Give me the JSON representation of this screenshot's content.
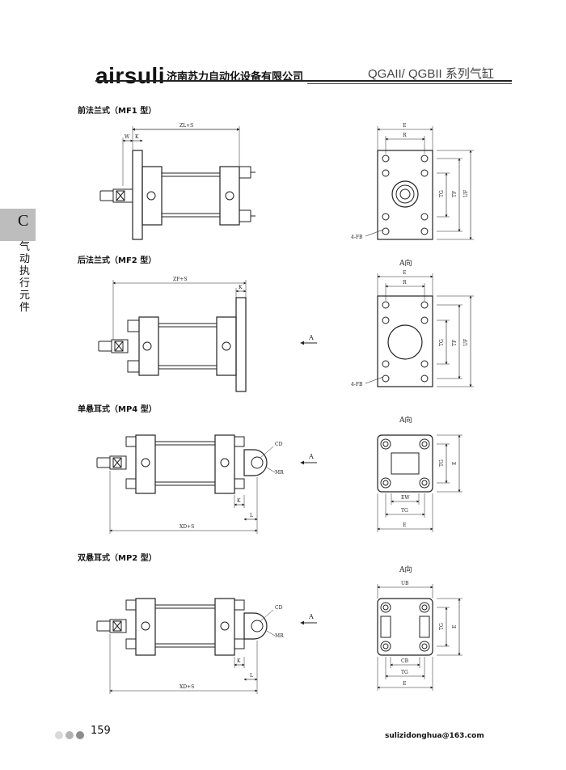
{
  "header": {
    "brand": "airsuli",
    "company": "济南苏力自动化设备有限公司",
    "series": "QGAII/ QGBII 系列气缸"
  },
  "side_tab": {
    "letter": "C",
    "label": "气动执行元件"
  },
  "sections": [
    {
      "title": "前法兰式（MF1 型）",
      "dims": {
        "total": "ZL+S",
        "w": "W",
        "k": "K",
        "e": "E",
        "r": "R",
        "tg": "TG",
        "tf": "TF",
        "uf": "UF",
        "fb": "4-FB"
      }
    },
    {
      "title": "后法兰式（MF2 型）",
      "dims": {
        "total": "ZF+S",
        "k": "K",
        "view": "A向",
        "arrow": "A",
        "e": "E",
        "r": "R",
        "tg": "TG",
        "tf": "TF",
        "uf": "UF",
        "fb": "4-FB"
      }
    },
    {
      "title": "单悬耳式（MP4 型）",
      "dims": {
        "total": "XD+S",
        "k": "K",
        "l": "L",
        "cd": "CD",
        "mr": "MR",
        "view": "A向",
        "arrow": "A",
        "tg": "TG",
        "e_side": "E",
        "ew": "EW",
        "tg_bottom": "TG",
        "e": "E"
      }
    },
    {
      "title": "双悬耳式（MP2 型）",
      "dims": {
        "total": "XD+S",
        "k": "K",
        "l": "L",
        "cd": "CD",
        "mr": "MR",
        "view": "A向",
        "arrow": "A",
        "ub": "UB",
        "tg": "TG",
        "e_side": "E",
        "cb": "CB",
        "tg_bottom": "TG",
        "e": "E"
      }
    }
  ],
  "footer": {
    "dot_colors": [
      "#d9d9d9",
      "#b3b3b3",
      "#8c8c8c"
    ],
    "page_number": "159",
    "email": "sulizidonghua@163.com"
  }
}
